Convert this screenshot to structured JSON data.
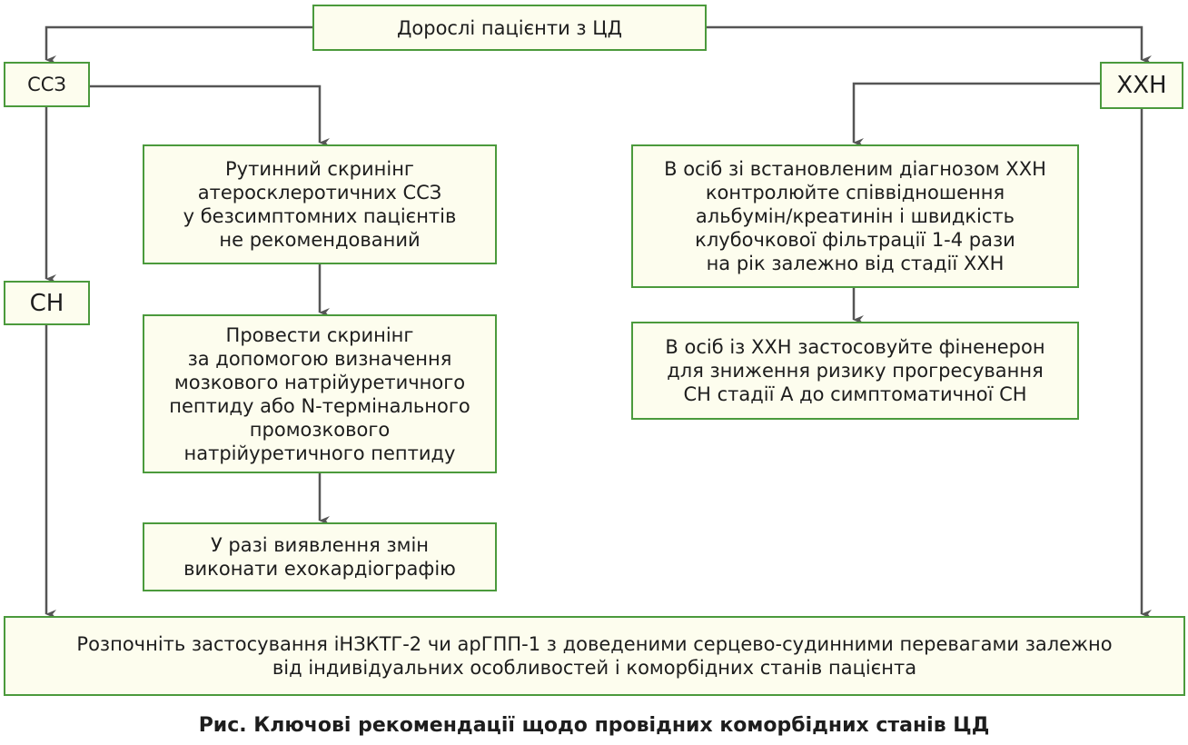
{
  "nodes": {
    "root": "Дорослі пацієнти з ЦД",
    "ssz": "ССЗ",
    "sn": "СН",
    "xxn": "ХХН",
    "screening_routine": "Рутинний скринінг\nатеросклеротичних ССЗ\nу безсимптомних пацієнтів\nне рекомендований",
    "screening_bnp": "Провести скринінг\nза допомогою визначення\nмозкового натрійуретичного\nпептиду або N-термінального\nпромозкового\nнатрійуретичного пептиду",
    "echo": "У разі виявлення змін\nвиконати ехокардіографію",
    "xxn_control": "В осіб зі встановленим діагнозом ХХН\nконтролюйте співвідношення\nальбумін/креатинін і швидкість\nклубочкової фільтрації 1-4 рази\nна рік залежно від стадії ХХН",
    "finerenone": "В осіб із ХХН застосовуйте фіненерон\nдля зниження ризику прогресування\nСН стадії А до симптоматичної СН",
    "final": "Розпочніть застосування іНЗКТГ-2 чи арГПП-1 з доведеними серцево-судинними перевагами залежно\nвід індивідуальних особливостей і коморбідних станів пацієнта"
  },
  "caption": "Рис. Ключові рекомендації щодо провідних коморбідних станів ЦД",
  "colors": {
    "border": "#4b9a3c",
    "fill": "#fdfdee",
    "line": "#555555"
  }
}
